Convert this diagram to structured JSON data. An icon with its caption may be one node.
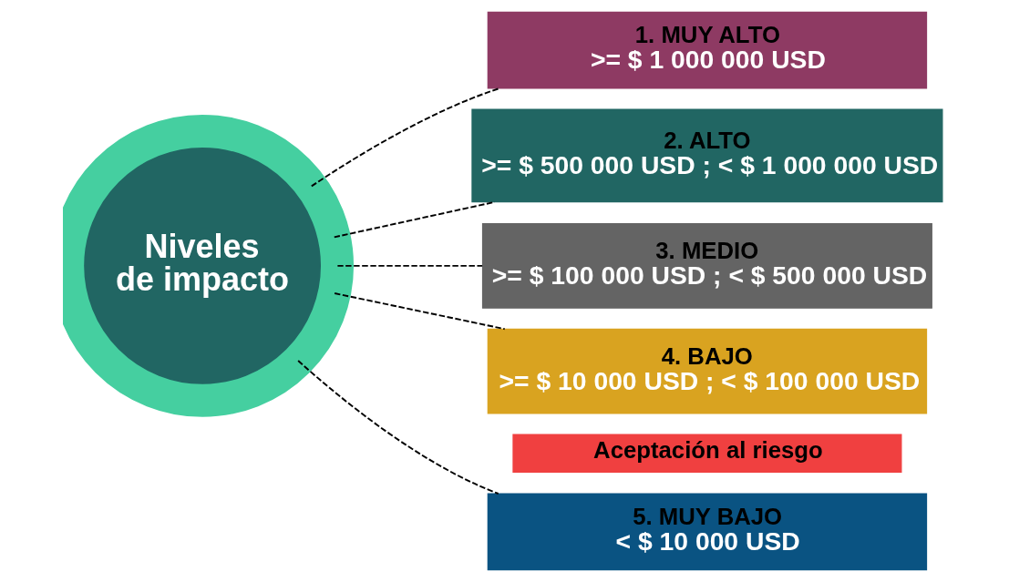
{
  "diagram": {
    "nodes": [
      {
        "text": [
          "Niveles de impacto"
        ]
      },
      {
        "text": [
          "1. MUY ALTO",
          ">= $ 1 000 000 USD"
        ]
      },
      {
        "text": [
          "2. ALTO",
          ">= $ 500 000 USD ; < $ 1 000 000 USD"
        ]
      },
      {
        "text": [
          "3. MEDIO",
          ">= $ 100 000 USD ; < $ 500 000 USD"
        ]
      },
      {
        "text": [
          "4. BAJO",
          ">= $ 10 000 USD ; < $ 100 000 USD"
        ]
      },
      {
        "text": [
          "Aceptación al riesgo"
        ]
      },
      {
        "text": [
          "5. MUY BAJO",
          "< $ 10 000 USD"
        ]
      }
    ],
    "edges": [
      {
        "from": 0,
        "to": 1,
        "arrow": "none",
        "style": "dashed"
      },
      {
        "from": 0,
        "to": 2,
        "arrow": "none",
        "style": "dashed"
      },
      {
        "from": 0,
        "to": 3,
        "arrow": "none",
        "style": "dashed"
      },
      {
        "from": 0,
        "to": 4,
        "arrow": "none",
        "style": "dashed"
      },
      {
        "from": 0,
        "to": 6,
        "arrow": "none",
        "style": "dashed"
      }
    ]
  }
}
